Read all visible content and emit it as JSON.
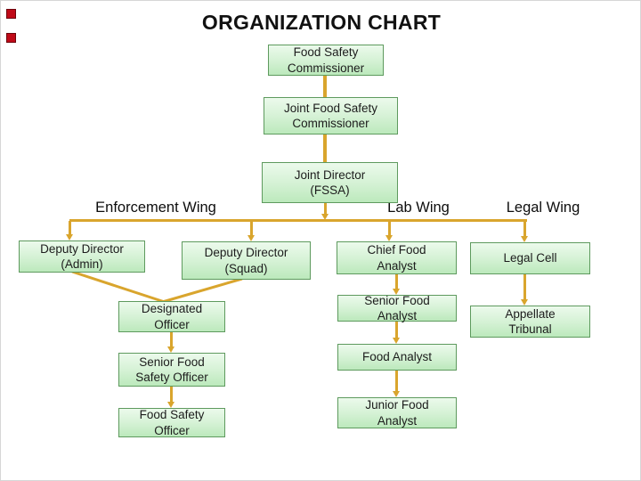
{
  "title": "ORGANIZATION CHART",
  "wings": {
    "enforcement": "Enforcement Wing",
    "lab": "Lab Wing",
    "legal": "Legal Wing"
  },
  "nodes": {
    "food_safety_commissioner": "Food Safety\nCommissioner",
    "joint_food_safety_commissioner": "Joint Food Safety\nCommissioner",
    "joint_director_fssa": "Joint Director\n(FSSA)",
    "deputy_director_admin": "Deputy Director\n(Admin)",
    "deputy_director_squad": "Deputy Director\n(Squad)",
    "chief_food_analyst": "Chief Food\nAnalyst",
    "legal_cell": "Legal Cell",
    "designated_officer": "Designated\nOfficer",
    "senior_food_analyst": "Senior Food\nAnalyst",
    "appellate_tribunal": "Appellate\nTribunal",
    "senior_food_safety_officer": "Senior Food\nSafety Officer",
    "food_analyst": "Food Analyst",
    "food_safety_officer": "Food Safety\nOfficer",
    "junior_food_analyst": "Junior Food\nAnalyst"
  },
  "colors": {
    "node_fill_top": "#ECFAEC",
    "node_fill_bottom": "#BCE9BC",
    "node_border": "#5E9A5E",
    "connector": "#D9A52D",
    "marker_red": "#C00A18",
    "title_text": "#111111"
  }
}
